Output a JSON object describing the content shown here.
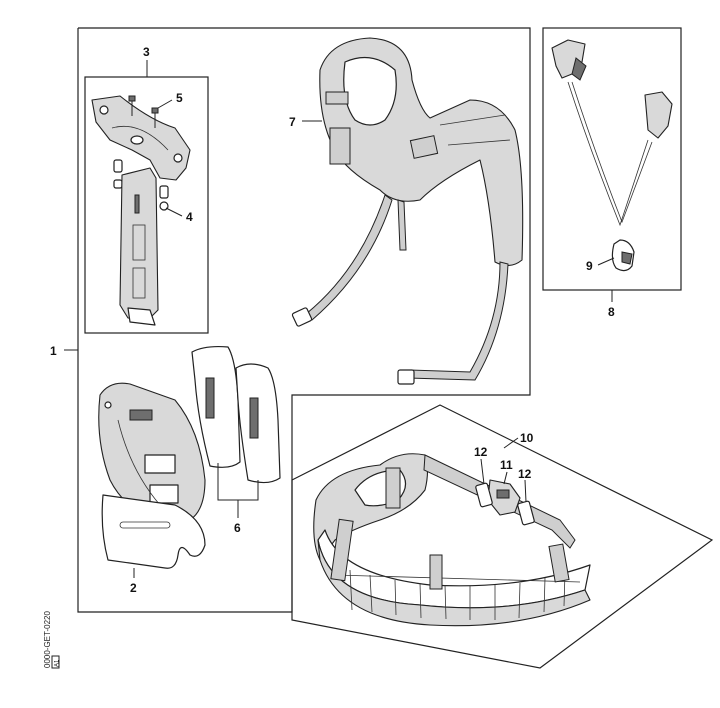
{
  "callouts": {
    "c1": "1",
    "c2": "2",
    "c3": "3",
    "c4": "4",
    "c5": "5",
    "c6": "6",
    "c7": "7",
    "c8": "8",
    "c9": "9",
    "c10": "10",
    "c11": "11",
    "c12a": "12",
    "c12b": "12"
  },
  "doc_id": "0000-GET-0220",
  "doc_sub": "A1"
}
